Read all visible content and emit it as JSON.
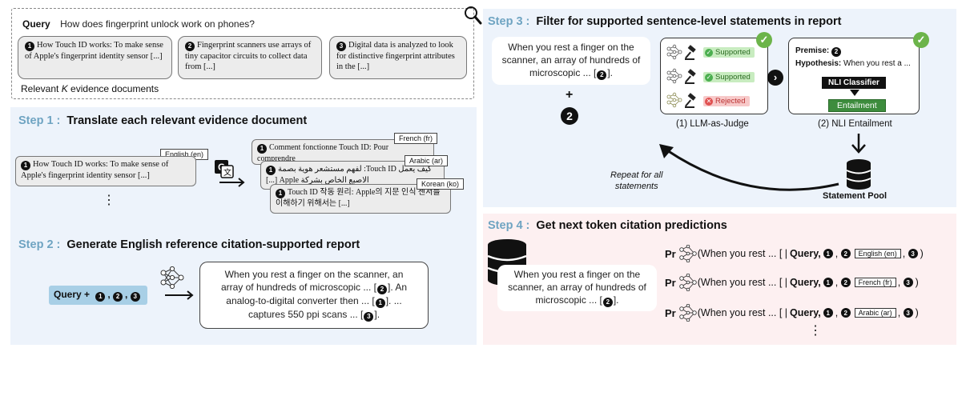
{
  "query": {
    "label": "Query",
    "text": "How does fingerprint unlock work on phones?",
    "docs": [
      {
        "num": "1",
        "text": "How Touch ID works: To make sense of  Apple's fingerprint identity sensor [...]"
      },
      {
        "num": "2",
        "text": "Fingerprint scanners use arrays of tiny capacitor circuits to collect data from [...]"
      },
      {
        "num": "3",
        "text": "Digital data is analyzed to look for distinctive fingerprint attributes in the [...]"
      }
    ],
    "caption_prefix": "Relevant ",
    "caption_k": "K",
    "caption_suffix": " evidence documents"
  },
  "step1": {
    "num": "Step 1 :",
    "title": "Translate each relevant evidence document",
    "english_tag": "English (en)",
    "english_doc": "How Touch ID works: To make sense of Apple's fingerprint identity sensor [...]",
    "ellipsis": "⋮",
    "translations": [
      {
        "tag": "French (fr)",
        "num": "1",
        "text": "Comment fonctionne Touch ID: Pour comprendre"
      },
      {
        "tag": "Arabic (ar)",
        "num": "1",
        "text": "كيف يعمل Touch ID: لفهم مستشعر هوية بصمة الاصبع الخاص بشركة Apple [...]"
      },
      {
        "tag": "Korean (ko)",
        "num": "1",
        "text": "Touch ID 작동 원리: Apple의 지문 인식 센서를 이해하기 위해서는 [...]"
      }
    ]
  },
  "step2": {
    "num": "Step 2 :",
    "title": "Generate English reference citation-supported report",
    "query_pill": "Query +",
    "pill_nums": [
      "1",
      "2",
      "3"
    ],
    "report_lines": [
      {
        "text": "When you rest a finger on the scanner, an"
      },
      {
        "text": "array of hundreds of microscopic ... [",
        "num": "2",
        "after": "]. An"
      },
      {
        "text": "analog-to-digital converter then ... [",
        "num": "1",
        "after": "]. ..."
      },
      {
        "text": "captures 550 ppi scans ... [",
        "num": "3",
        "after": "]."
      }
    ]
  },
  "step3": {
    "num": "Step 3 :",
    "title": "Filter for supported sentence-level statements in report",
    "statement_l1": "When you rest a finger on the",
    "statement_l2": "scanner, an array of hundreds of",
    "statement_l3": "microscopic ... [",
    "statement_num": "2",
    "statement_end": "].",
    "plus": "+",
    "evidence_num": "2",
    "judges": [
      {
        "status": "Supported",
        "kind": "sup"
      },
      {
        "status": "Supported",
        "kind": "sup"
      },
      {
        "status": "Rejected",
        "kind": "rej"
      }
    ],
    "judge_label": "(1) LLM-as-Judge",
    "premise_label": "Premise:",
    "premise_num": "2",
    "hypothesis_label": "Hypothesis:",
    "hypothesis_text": "When you rest a ...",
    "nli_classifier": "NLI Classifier",
    "entailment": "Entailment",
    "nli_label": "(2) NLI Entailment",
    "repeat_l1": "Repeat for all",
    "repeat_l2": "statements",
    "pool_label": "Statement Pool"
  },
  "step4": {
    "num": "Step 4 :",
    "title": "Get next token citation predictions",
    "statement_l1": "When you rest a finger on the",
    "statement_l2": "scanner, an array of hundreds of",
    "statement_l3": "microscopic ... [",
    "statement_num": "2",
    "statement_end": "].",
    "pr": "Pr",
    "prefix": "(When you rest ... [ |",
    "query": "Query,",
    "close": ")",
    "rows": [
      {
        "tag": "English (en)"
      },
      {
        "tag": "French (fr)"
      },
      {
        "tag": "Arabic (ar)"
      }
    ],
    "ellipsis": "⋮"
  },
  "colors": {
    "step_accent": "#6fa4c2",
    "blue_panel": "#edf3fb",
    "pink_panel": "#fdf0f1",
    "supported": "#4caf50",
    "rejected": "#e05050"
  },
  "icons": [
    "magnifier-icon",
    "google-translate-icon",
    "neural-network-icon",
    "gavel-icon",
    "check-icon",
    "chevron-right-icon",
    "database-icon",
    "arrow-icon"
  ]
}
